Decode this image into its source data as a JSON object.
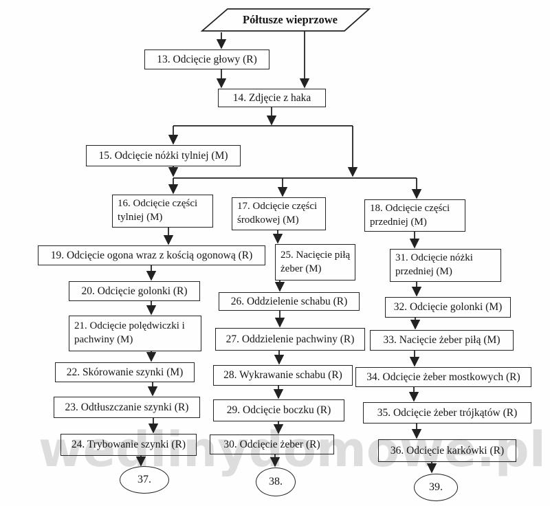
{
  "diagram": {
    "type": "flowchart",
    "language": "pl",
    "watermark": "wedlinydomowe.pl",
    "colors": {
      "background": "#fefefe",
      "line": "#222222",
      "text": "#151515",
      "watermark": "#9a9a9a"
    },
    "nodes": {
      "start": {
        "shape": "parallelogram",
        "label": "Półtusze wieprzowe"
      },
      "n13": {
        "shape": "rect",
        "label": "13. Odcięcie głowy (R)"
      },
      "n14": {
        "shape": "rect",
        "label": "14. Zdjęcie z haka"
      },
      "n15": {
        "shape": "rect",
        "label": "15. Odcięcie nóżki tylniej (M)"
      },
      "n16": {
        "shape": "rect",
        "label": "16. Odcięcie części tylniej (M)"
      },
      "n17": {
        "shape": "rect",
        "label": "17. Odcięcie części środkowej (M)"
      },
      "n18": {
        "shape": "rect",
        "label": "18. Odcięcie części przedniej (M)"
      },
      "n19": {
        "shape": "rect",
        "label": "19. Odcięcie ogona wraz z kością ogonową (R)"
      },
      "n20": {
        "shape": "rect",
        "label": "20. Odcięcie golonki (R)"
      },
      "n21": {
        "shape": "rect",
        "label": "21. Odcięcie polędwiczki i pachwiny (M)"
      },
      "n22": {
        "shape": "rect",
        "label": "22. Skórowanie szynki (M)"
      },
      "n23": {
        "shape": "rect",
        "label": "23. Odtłuszczanie szynki (R)"
      },
      "n24": {
        "shape": "rect",
        "label": "24. Trybowanie szynki (R)"
      },
      "n25": {
        "shape": "rect",
        "label": "25. Nacięcie piłą żeber (M)"
      },
      "n26": {
        "shape": "rect",
        "label": "26. Oddzielenie schabu (R)"
      },
      "n27": {
        "shape": "rect",
        "label": "27. Oddzielenie pachwiny (R)"
      },
      "n28": {
        "shape": "rect",
        "label": "28. Wykrawanie schabu (R)"
      },
      "n29": {
        "shape": "rect",
        "label": "29. Odcięcie boczku (R)"
      },
      "n30": {
        "shape": "rect",
        "label": "30. Odcięcie żeber (R)"
      },
      "n31": {
        "shape": "rect",
        "label": "31. Odcięcie nóżki przedniej (M)"
      },
      "n32": {
        "shape": "rect",
        "label": "32. Odcięcie golonki (M)"
      },
      "n33": {
        "shape": "rect",
        "label": "33. Nacięcie żeber piłą (M)"
      },
      "n34": {
        "shape": "rect",
        "label": "34. Odcięcie żeber mostkowych (R)"
      },
      "n35": {
        "shape": "rect",
        "label": "35. Odcięcie żeber trójkątów (R)"
      },
      "n36": {
        "shape": "rect",
        "label": "36. Odcięcie karkówki (R)"
      },
      "t37": {
        "shape": "ellipse",
        "label": "37."
      },
      "t38": {
        "shape": "ellipse",
        "label": "38."
      },
      "t39": {
        "shape": "ellipse",
        "label": "39."
      }
    },
    "edges": [
      {
        "from": "start",
        "to": "n13"
      },
      {
        "from": "start",
        "to": "n14"
      },
      {
        "from": "n13",
        "to": "n14"
      },
      {
        "from": "n14",
        "to": "junction1"
      },
      {
        "from": "junction1",
        "to": "n15"
      },
      {
        "from": "junction1",
        "to": "junction2"
      },
      {
        "from": "n15",
        "to": "junction2"
      },
      {
        "from": "junction2",
        "to": "n16"
      },
      {
        "from": "junction2",
        "to": "n17"
      },
      {
        "from": "junction2",
        "to": "n18"
      },
      {
        "from": "n16",
        "to": "n19"
      },
      {
        "from": "n19",
        "to": "n20"
      },
      {
        "from": "n20",
        "to": "n21"
      },
      {
        "from": "n21",
        "to": "n22"
      },
      {
        "from": "n22",
        "to": "n23"
      },
      {
        "from": "n23",
        "to": "n24"
      },
      {
        "from": "n24",
        "to": "t37"
      },
      {
        "from": "n17",
        "to": "n25"
      },
      {
        "from": "n25",
        "to": "n26"
      },
      {
        "from": "n26",
        "to": "n27"
      },
      {
        "from": "n27",
        "to": "n28"
      },
      {
        "from": "n28",
        "to": "n29"
      },
      {
        "from": "n29",
        "to": "n30"
      },
      {
        "from": "n30",
        "to": "t38"
      },
      {
        "from": "n18",
        "to": "n31"
      },
      {
        "from": "n31",
        "to": "n32"
      },
      {
        "from": "n32",
        "to": "n33"
      },
      {
        "from": "n33",
        "to": "n34"
      },
      {
        "from": "n34",
        "to": "n35"
      },
      {
        "from": "n35",
        "to": "n36"
      },
      {
        "from": "n36",
        "to": "t39"
      }
    ]
  }
}
